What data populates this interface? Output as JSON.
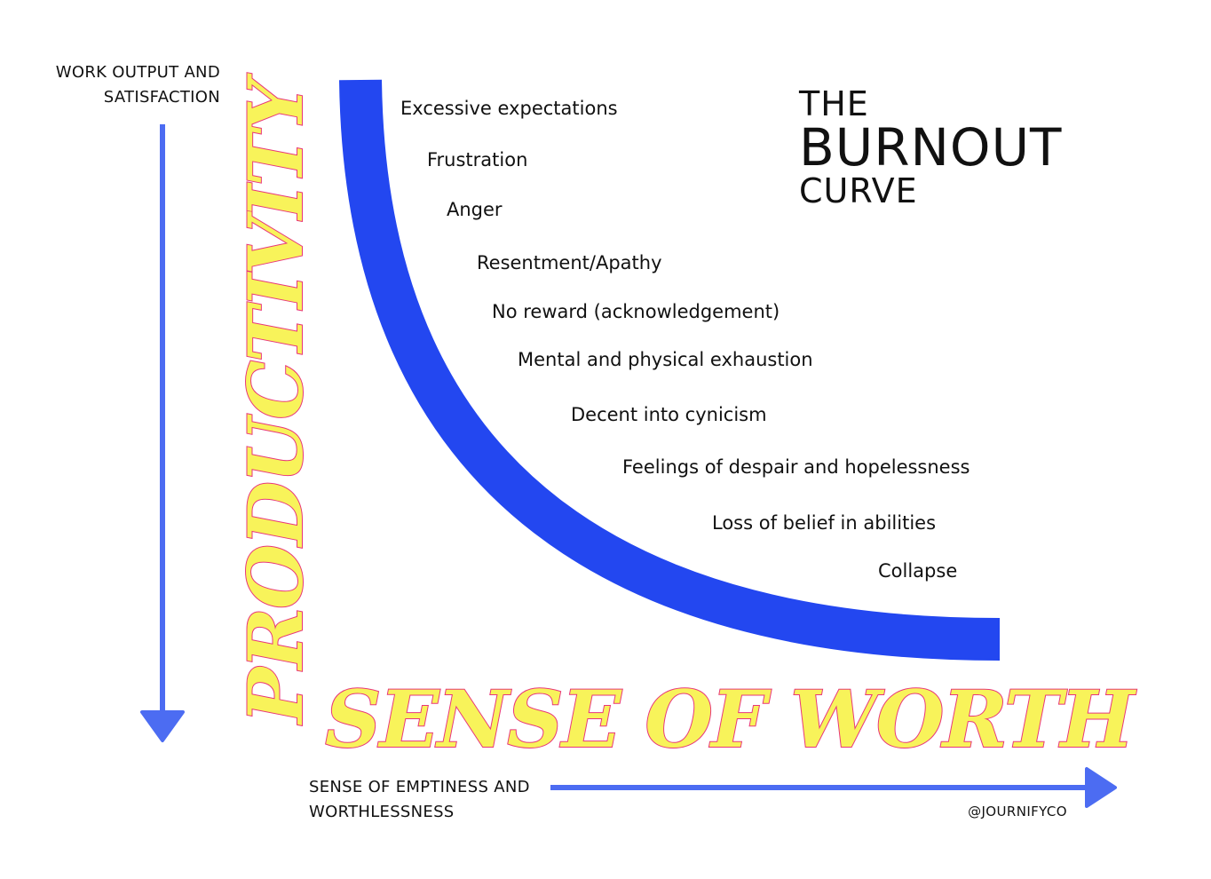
{
  "title": {
    "line1": "THE",
    "line2": "BURNOUT",
    "line3": "CURVE"
  },
  "y_axis": {
    "caption_line1": "WORK OUTPUT AND",
    "caption_line2": "SATISFACTION",
    "big_label": "PRODUCTIVITY"
  },
  "x_axis": {
    "caption_line1": "SENSE OF EMPTINESS AND",
    "caption_line2": "WORTHLESSNESS",
    "big_label": "SENSE OF WORTH"
  },
  "stages": [
    "Excessive expectations",
    "Frustration",
    "Anger",
    "Resentment/Apathy",
    "No reward (acknowledgement)",
    "Mental and physical exhaustion",
    "Decent into cynicism",
    "Feelings of despair and hopelessness",
    "Loss of belief in abilities",
    "Collapse"
  ],
  "credit": "@JOURNIFYCO",
  "colors": {
    "curve": "#2347f0",
    "arrow": "#4c6cf2",
    "word_fill": "#f8f35a",
    "word_stroke": "#e8357a"
  }
}
